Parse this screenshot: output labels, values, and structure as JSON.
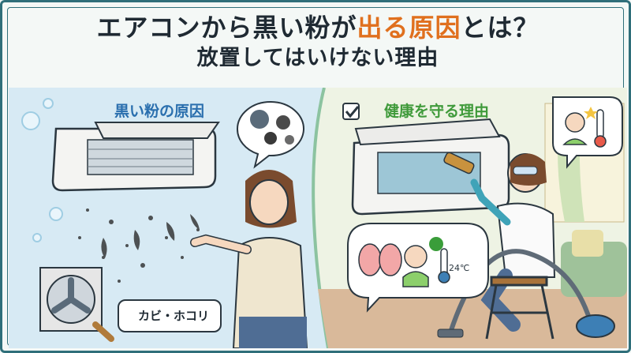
{
  "title": {
    "line1_pre": "エアコンから黒い粉が",
    "line1_highlight": "出る原因",
    "line1_post": "とは？",
    "line2": "放置してはいけない理由"
  },
  "left_panel": {
    "label": "黒い粉の原因",
    "badge": "カビ・ホコリ"
  },
  "right_panel": {
    "label": "健康を守る理由",
    "temperature": "24℃"
  },
  "colors": {
    "accent_orange": "#e0701e",
    "left_label": "#2a6fae",
    "right_label": "#3f9a3a",
    "frame": "#2f6f7a",
    "check_green": "#3a9d3a"
  }
}
